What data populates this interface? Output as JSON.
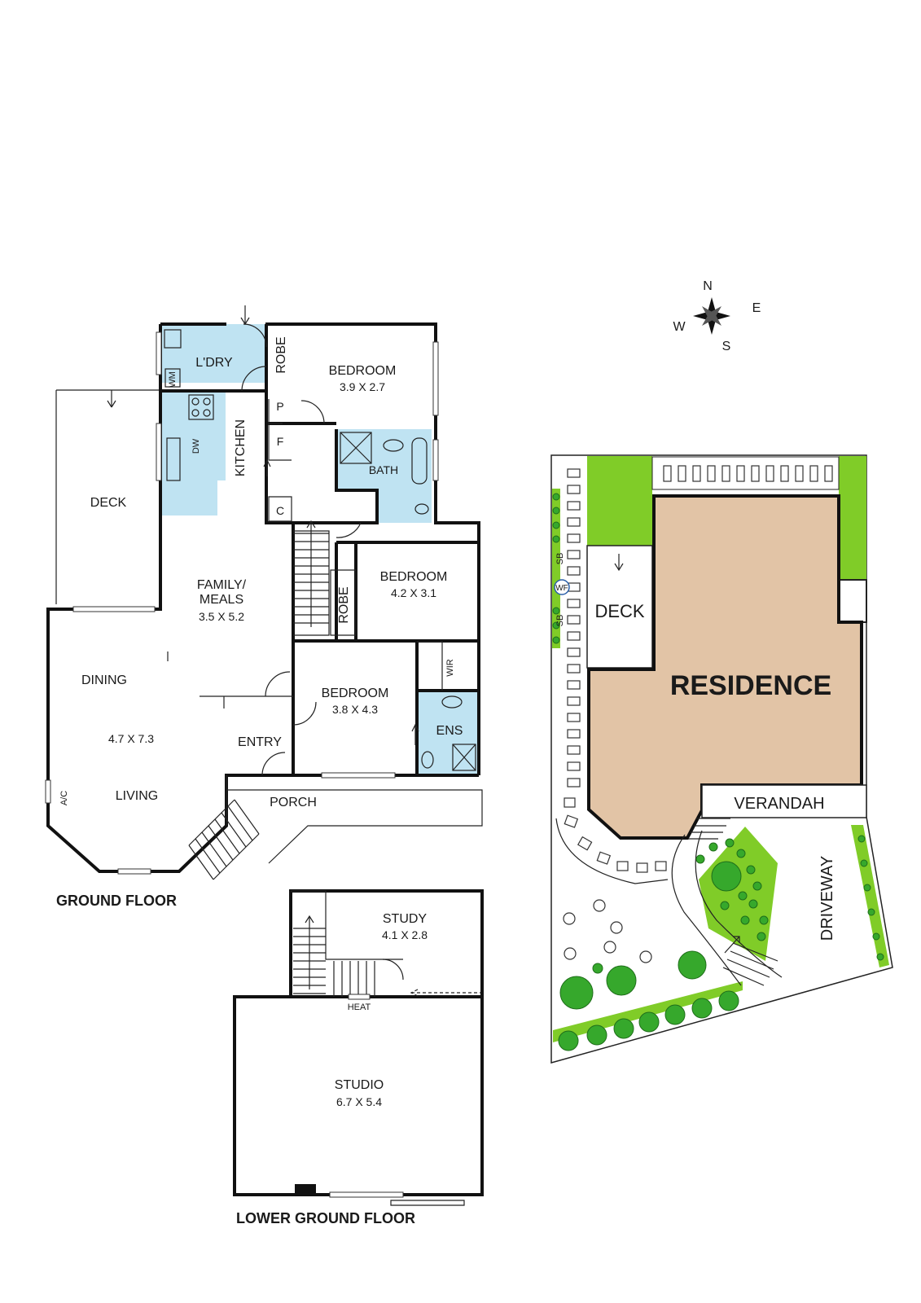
{
  "ground_floor": {
    "title": "GROUND FLOOR",
    "rooms": {
      "laundry": "L'DRY",
      "wm": "WM",
      "robe_top": "ROBE",
      "bedroom_1": "BEDROOM",
      "bedroom_1_dim": "3.9 X 2.7",
      "pantry": "P",
      "fridge": "F",
      "dishwasher": "DW",
      "kitchen": "KITCHEN",
      "bath": "BATH",
      "cupboard": "C",
      "deck": "DECK",
      "family": "FAMILY/",
      "meals": "MEALS",
      "family_dim": "3.5 X 5.2",
      "robe_mid": "ROBE",
      "bedroom_2": "BEDROOM",
      "bedroom_2_dim": "4.2 X 3.1",
      "dining": "DINING",
      "living_dim": "4.7 X 7.3",
      "living": "LIVING",
      "ac": "A/C",
      "wir": "WIR",
      "bedroom_3": "BEDROOM",
      "bedroom_3_dim": "3.8 X 4.3",
      "ens": "ENS",
      "entry": "ENTRY",
      "porch": "PORCH"
    }
  },
  "lower_ground_floor": {
    "title": "LOWER GROUND FLOOR",
    "rooms": {
      "study": "STUDY",
      "study_dim": "4.1 X 2.8",
      "heat": "HEAT",
      "studio": "STUDIO",
      "studio_dim": "6.7 X 5.4"
    }
  },
  "site_plan": {
    "residence": "RESIDENCE",
    "deck": "DECK",
    "verandah": "VERANDAH",
    "driveway": "DRIVEWAY",
    "sb_top": "SB",
    "sb_bottom": "SB",
    "wf": "WF"
  },
  "compass": {
    "n": "N",
    "s": "S",
    "e": "E",
    "w": "W"
  },
  "colors": {
    "wet_area": "#bfe3f2",
    "lawn": "#80cc28",
    "residence_fill": "#e2c4a6",
    "tree": "#36a82c",
    "wall": "#111111"
  }
}
